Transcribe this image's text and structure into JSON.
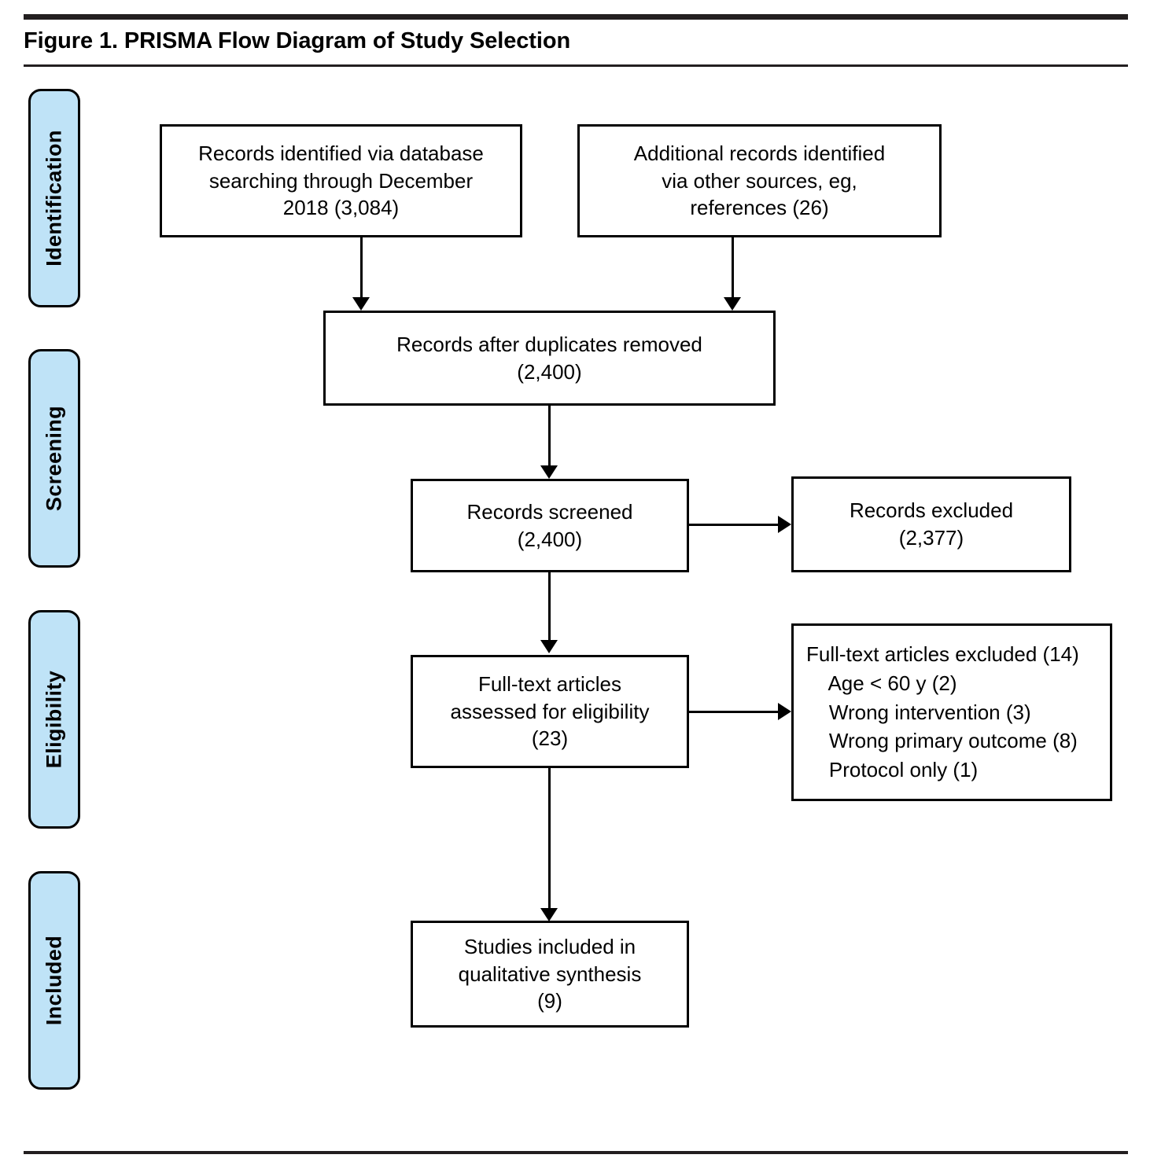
{
  "figure": {
    "title": "Figure 1. PRISMA Flow Diagram of Study Selection"
  },
  "stages": [
    {
      "id": "identification",
      "label": "Identification"
    },
    {
      "id": "screening",
      "label": "Screening"
    },
    {
      "id": "eligibility",
      "label": "Eligibility"
    },
    {
      "id": "included",
      "label": "Included"
    }
  ],
  "boxes": {
    "database_records": {
      "text": "Records identified via database\nsearching through December\n2018 (3,084)",
      "count": "3,084"
    },
    "other_records": {
      "text": "Additional records identified\nvia other sources, eg,\nreferences (26)",
      "count": "26"
    },
    "after_duplicates": {
      "text": "Records after duplicates removed\n(2,400)",
      "count": "2,400"
    },
    "records_screened": {
      "text": "Records screened\n(2,400)",
      "count": "2,400"
    },
    "records_excluded": {
      "text": "Records excluded\n(2,377)",
      "count": "2,377"
    },
    "fulltext_assessed": {
      "text": "Full-text articles\nassessed for eligibility\n(23)",
      "count": "23"
    },
    "fulltext_excluded": {
      "text": "Full-text articles excluded (14)\n    Age < 60 y (2)\n    Wrong intervention (3)\n    Wrong primary outcome (8)\n    Protocol only (1)",
      "count": "14",
      "reasons": [
        {
          "label": "Age < 60 y",
          "count": "2"
        },
        {
          "label": "Wrong intervention",
          "count": "3"
        },
        {
          "label": "Wrong primary outcome",
          "count": "8"
        },
        {
          "label": "Protocol only",
          "count": "1"
        }
      ]
    },
    "studies_included": {
      "text": "Studies included in\nqualitative synthesis\n(9)",
      "count": "9"
    }
  },
  "colors": {
    "stage_fill": "#bfe3f7",
    "rule": "#231f20",
    "stroke": "#000000"
  }
}
